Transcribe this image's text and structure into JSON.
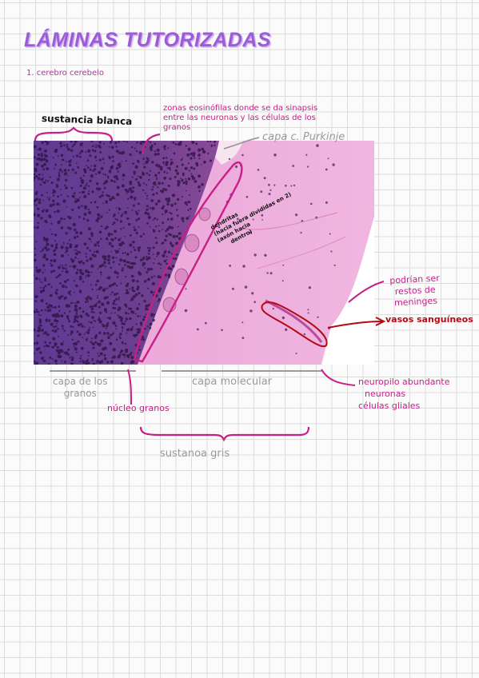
{
  "title": "LÁMINAS TUTORIZADAS",
  "subtitle": "1. cerebro cerebelo",
  "labels": {
    "sustancia_blanca": "sustancia blanca",
    "zonas_line1": "zonas eosinófilas donde se da sinapsis",
    "zonas_line2": "entre las neuronas y las células de los",
    "zonas_line3": "granos",
    "capa_purkinje": "capa c. Purkinje",
    "dendritas_line1": "dendritas",
    "dendritas_line2": "(hacia fuera divididas en 2)",
    "dendritas_line3": "(axón hacia",
    "dendritas_line4": "dentro)",
    "podrian_line1": "podrían ser",
    "podrian_line2": "restos de",
    "podrian_line3": "meninges",
    "vasos": "vasos sanguíneos",
    "capa_granos_line1": "capa de los",
    "capa_granos_line2": "granos",
    "capa_molecular": "capa molecular",
    "nucleo_granos": "núcleo granos",
    "neuropilo_line1": "neuropilo abundante",
    "neuropilo_line2": "neuronas",
    "neuropilo_line3": "células gliales",
    "sustancia_gris": "sustanoa gris"
  },
  "colors": {
    "title": "#9b5cd6",
    "annotation_pink": "#c81e86",
    "annotation_grey": "#9a9a9a",
    "annotation_red": "#b30a14",
    "tissue_granular": "#6a3d8c",
    "tissue_molecular": "#e59ad0"
  }
}
